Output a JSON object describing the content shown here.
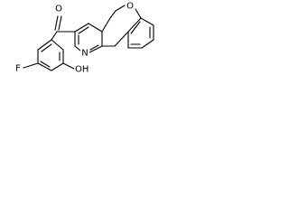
{
  "diagram": {
    "type": "chemical-structure",
    "atom_labels": {
      "fluorine": "F",
      "hydroxyl": "OH",
      "ketone_oxygen": "O",
      "pyridine_nitrogen": "N",
      "pyran_oxygen": "O"
    }
  }
}
